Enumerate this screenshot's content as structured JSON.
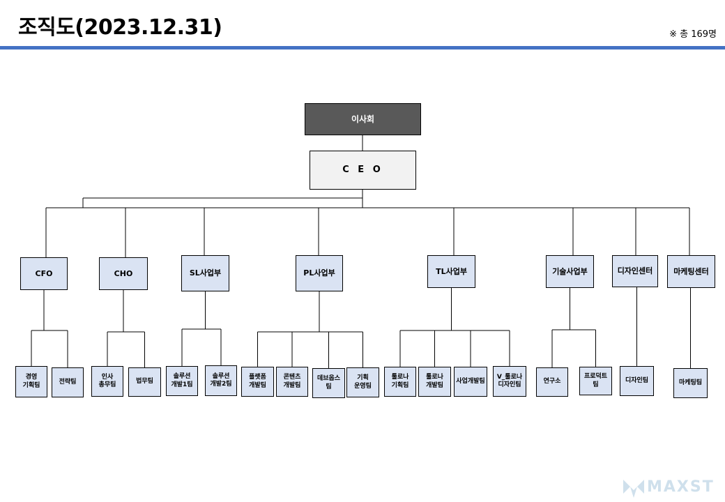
{
  "header": {
    "title": "조직도(2023.12.31)",
    "total": "※ 총 169명",
    "rule_color": "#4472c4"
  },
  "org": {
    "board": "이사회",
    "ceo": "C E O",
    "divisions": [
      {
        "label": "CFO",
        "teams": [
          "경영\n기획팀",
          "전략팀"
        ]
      },
      {
        "label": "CHO",
        "teams": [
          "인사\n총무팀",
          "법무팀"
        ]
      },
      {
        "label": "SL사업부",
        "teams": [
          "솔루션\n개발1팀",
          "솔루션\n개발2팀"
        ]
      },
      {
        "label": "PL사업부",
        "teams": [
          "플랫폼\n개발팀",
          "콘텐츠\n개발팀",
          "데브옵스\n팀",
          "기획\n운영팀"
        ]
      },
      {
        "label": "TL사업부",
        "teams": [
          "툴로나\n기획팀",
          "툴로나\n개발팀",
          "사업개발팀",
          "V_툴로나\n디자인팀"
        ]
      },
      {
        "label": "기술사업부",
        "teams": [
          "연구소",
          "프로덕트\n팀"
        ]
      },
      {
        "label": "디자인센터",
        "teams": [
          "디자인팀"
        ]
      },
      {
        "label": "마케팅센터",
        "teams": [
          "마케팅팀"
        ]
      }
    ],
    "colors": {
      "board_fill": "#595959",
      "ceo_fill": "#f2f2f2",
      "unit_fill": "#dae3f3"
    }
  },
  "logo": {
    "text": "MAXST",
    "icon": "maxst-logo-icon",
    "color": "#cfe0ec"
  }
}
